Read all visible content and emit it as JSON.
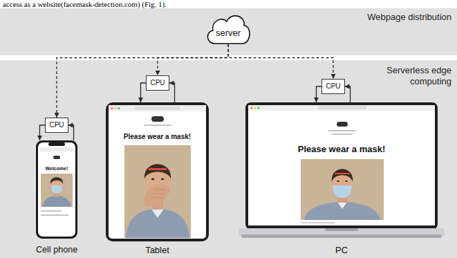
{
  "diagram": {
    "nodes": [
      {
        "text": [
          "Webpage distribution"
        ]
      },
      {
        "text": [
          "server"
        ],
        "in": 0
      },
      {
        "text": [
          "Serverless edge computing"
        ]
      },
      {
        "text": [
          "CPU"
        ],
        "in": 2
      },
      {
        "text": [
          "CPU"
        ],
        "in": 2
      },
      {
        "text": [
          "CPU"
        ],
        "in": 2
      },
      {
        "text": [
          "Welcome!",
          "Cell phone"
        ],
        "in": 2
      },
      {
        "text": [
          "Please wear a mask!",
          "Tablet"
        ],
        "in": 2
      },
      {
        "text": [
          "Please wear a mask!",
          "PC"
        ],
        "in": 2
      }
    ],
    "edges": [
      {
        "from": 1,
        "to": 3,
        "arrow": "to"
      },
      {
        "from": 1,
        "to": 4,
        "arrow": "to"
      },
      {
        "from": 1,
        "to": 5,
        "arrow": "to"
      },
      {
        "from": 3,
        "to": 6,
        "arrow": "to"
      },
      {
        "from": 6,
        "to": 3,
        "arrow": "to"
      },
      {
        "from": 4,
        "to": 7,
        "arrow": "to"
      },
      {
        "from": 7,
        "to": 4,
        "arrow": "to"
      },
      {
        "from": 5,
        "to": 8,
        "arrow": "to"
      },
      {
        "from": 8,
        "to": 5,
        "arrow": "to"
      }
    ],
    "labels": [
      "access as a website(facemask-detection.com) (Fig. 1)."
    ]
  }
}
